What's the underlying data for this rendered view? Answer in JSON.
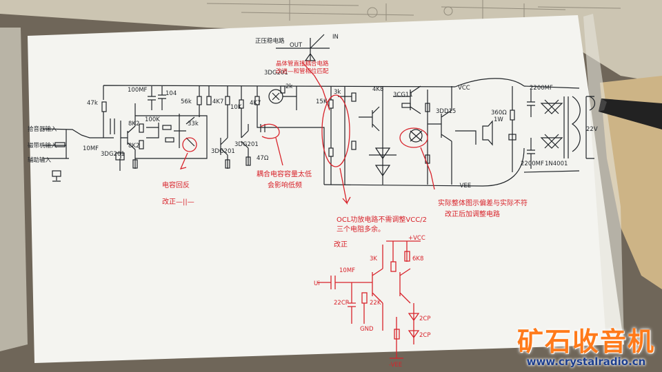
{
  "watermark": {
    "title": "矿石收音机",
    "url": "www.crystalradio.cn"
  },
  "colors": {
    "ink": "#1f2327",
    "red_ink": "#d8222a",
    "paper": "#f4f4f0"
  },
  "labels": {
    "stabilizer": "正压稳电路",
    "out": "OUT",
    "in": "IN",
    "transistor_note_1": "晶体管直接耦合电路",
    "transistor_note_2": "改进—和管相位匹配",
    "q_top": "3DG201",
    "r_2k": "2k",
    "c_100mf": "100MF",
    "c_104": "104",
    "r_47k": "47k",
    "r_56k": "56k",
    "r_4k7a": "4K7",
    "r_4k7b": "4K7",
    "r_10k": "10K",
    "r_3k": "3k",
    "r_4k8": "4K8",
    "q_3cg11": "3CG11",
    "q_3dd15": "3DD15",
    "r_15k": "15K",
    "vcc": "VCC",
    "c_2200mf": "2200MF",
    "c_2200mf_2": "2200MF",
    "r_360": "360Ω",
    "r_1w": "1W",
    "v_22": "22V",
    "diode_note": "1N4001",
    "in_pickup": "拾音器输入",
    "in_tape": "磁带机输入",
    "in_aux": "辅助输入",
    "q_3dg201_a": "3DG201",
    "q_3dg201_b": "3DG201",
    "q_3dg201_c": "3DG201",
    "r_8k2a": "8K2",
    "r_8k2b": "8K2",
    "r_100k": "100K",
    "r_47r": "47Ω",
    "r_10mf": "10MF",
    "r_33k": "33k",
    "vee": "-VEE",
    "red_note_1": "电容回反",
    "red_note_2": "改正—||—",
    "red_note_3": "耦合电容容量太低",
    "red_note_4": "会影响低频",
    "red_note_5": "OCL功放电路不需调整VCC/2",
    "red_note_6": "三个电阻多余。",
    "red_note_7": "实际整体图示偏差与实际不符",
    "red_note_8": "改正后加调整电路",
    "fix_title": "改正",
    "fix_vcc": "+VCC",
    "fix_vee": "-VEE",
    "fix_in": "Ui",
    "fix_c10": "10MF",
    "fix_c22": "22CP",
    "fix_r22k": "22K",
    "fix_r3k": "3K",
    "fix_r6k8": "6K8",
    "fix_gnd": "GND",
    "fix_2cp_a": "2CP",
    "fix_2cp_b": "2CP"
  }
}
